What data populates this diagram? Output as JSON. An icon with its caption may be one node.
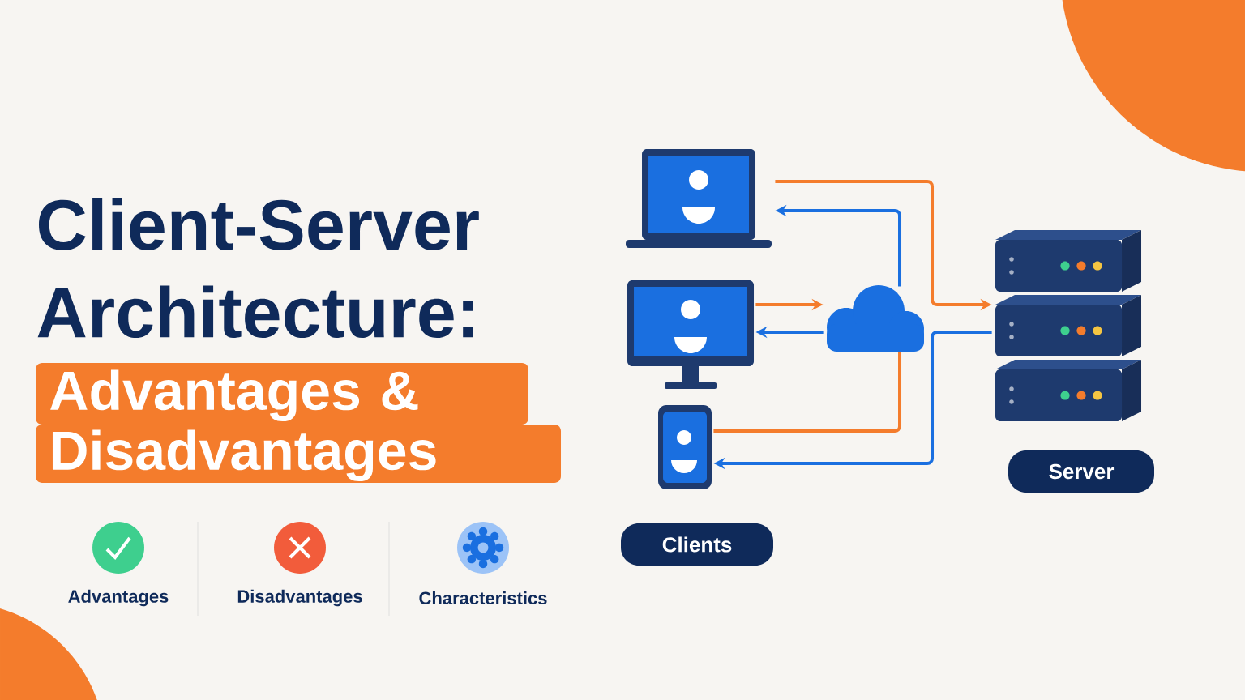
{
  "diagram": {
    "title": "Client-Server Architecture:",
    "nodes": [
      {
        "text": [],
        "shape": "picture"
      },
      {
        "text": [],
        "shape": "picture"
      },
      {
        "text": [],
        "shape": "picture"
      },
      {
        "text": [],
        "shape": "cloud"
      },
      {
        "text": [],
        "shape": "picture"
      },
      {
        "text": [
          "Clients"
        ]
      },
      {
        "text": [
          "Server"
        ]
      }
    ],
    "edges": [
      {
        "from": 0,
        "to": 4,
        "arrow": "to",
        "color": "#f47c2c"
      },
      {
        "from": 3,
        "to": 0,
        "arrow": "to",
        "color": "#1a6fe0"
      },
      {
        "from": 1,
        "to": 3,
        "arrow": "to",
        "color": "#f47c2c"
      },
      {
        "from": 3,
        "to": 1,
        "arrow": "to",
        "color": "#1a6fe0"
      },
      {
        "from": 2,
        "to": 3,
        "arrow": "none",
        "color": "#f47c2c"
      },
      {
        "from": 4,
        "to": 2,
        "arrow": "to",
        "color": "#1a6fe0"
      }
    ],
    "labels": [
      "Advantages & Disadvantages",
      "Advantages",
      "Disadvantages",
      "Characteristics"
    ]
  }
}
